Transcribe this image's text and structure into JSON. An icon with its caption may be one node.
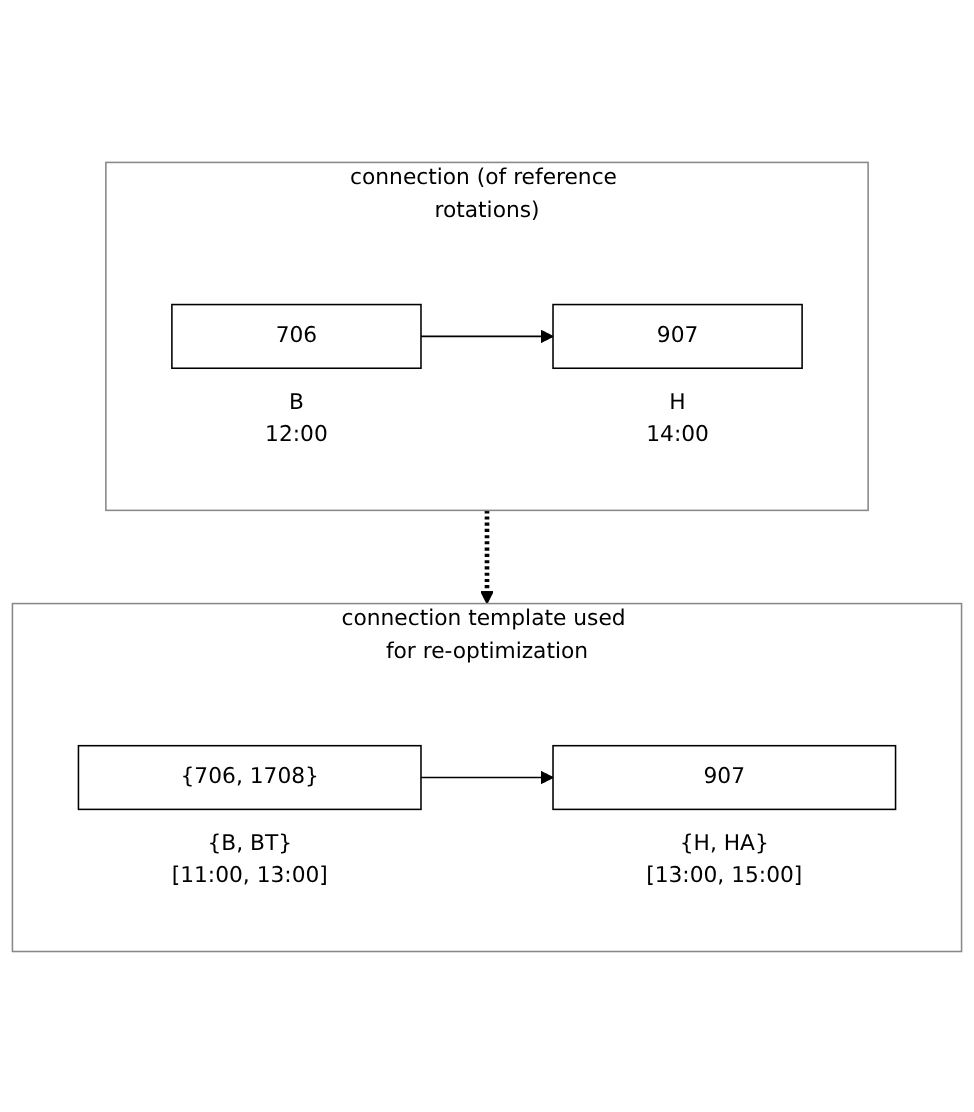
{
  "diagram": {
    "nodes": [
      {
        "text": [
          "connection (of reference rotations)"
        ]
      },
      {
        "text": [
          "706"
        ],
        "in": 0,
        "beside": [
          "B",
          "12:00"
        ]
      },
      {
        "text": [
          "907"
        ],
        "in": 0,
        "beside": [
          "H",
          "14:00"
        ]
      },
      {
        "text": [
          "connection template used for re-optimization"
        ]
      },
      {
        "text": [
          "{706, 1708}"
        ],
        "in": 3,
        "beside": [
          "{B, BT}",
          "[11:00, 13:00]"
        ]
      },
      {
        "text": [
          "907"
        ],
        "in": 3,
        "beside": [
          "{H, HA}",
          "[13:00, 15:00]"
        ]
      }
    ],
    "edges": [
      {
        "from": 1,
        "to": 2,
        "arrow": "to"
      },
      {
        "from": 0,
        "to": 3,
        "arrow": "to",
        "style": "dashed"
      },
      {
        "from": 4,
        "to": 5,
        "arrow": "to"
      }
    ]
  }
}
